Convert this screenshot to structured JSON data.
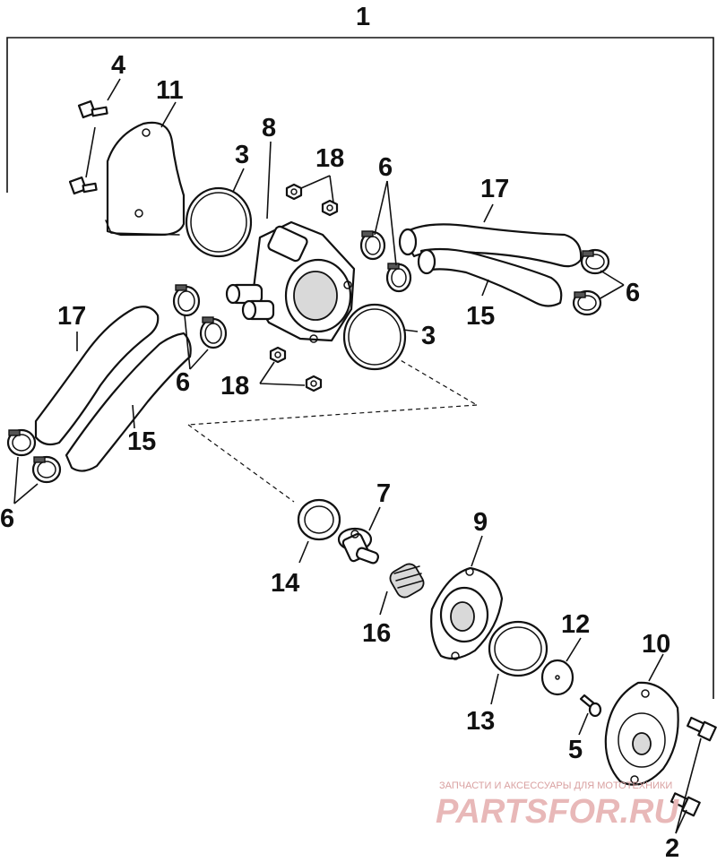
{
  "callouts": {
    "n1": "1",
    "n2": "2",
    "n3a": "3",
    "n3b": "3",
    "n4": "4",
    "n5": "5",
    "n6a": "6",
    "n6b": "6",
    "n6c": "6",
    "n6d": "6",
    "n7": "7",
    "n8": "8",
    "n9": "9",
    "n10": "10",
    "n11": "11",
    "n12": "12",
    "n13": "13",
    "n14": "14",
    "n15a": "15",
    "n15b": "15",
    "n16": "16",
    "n17a": "17",
    "n17b": "17",
    "n18a": "18",
    "n18b": "18"
  },
  "watermark": {
    "tagline": "ЗАПЧАСТИ И АКСЕССУАРЫ ДЛЯ МОТОТЕХНИКИ",
    "logo": "PARTSFOR.RU"
  }
}
